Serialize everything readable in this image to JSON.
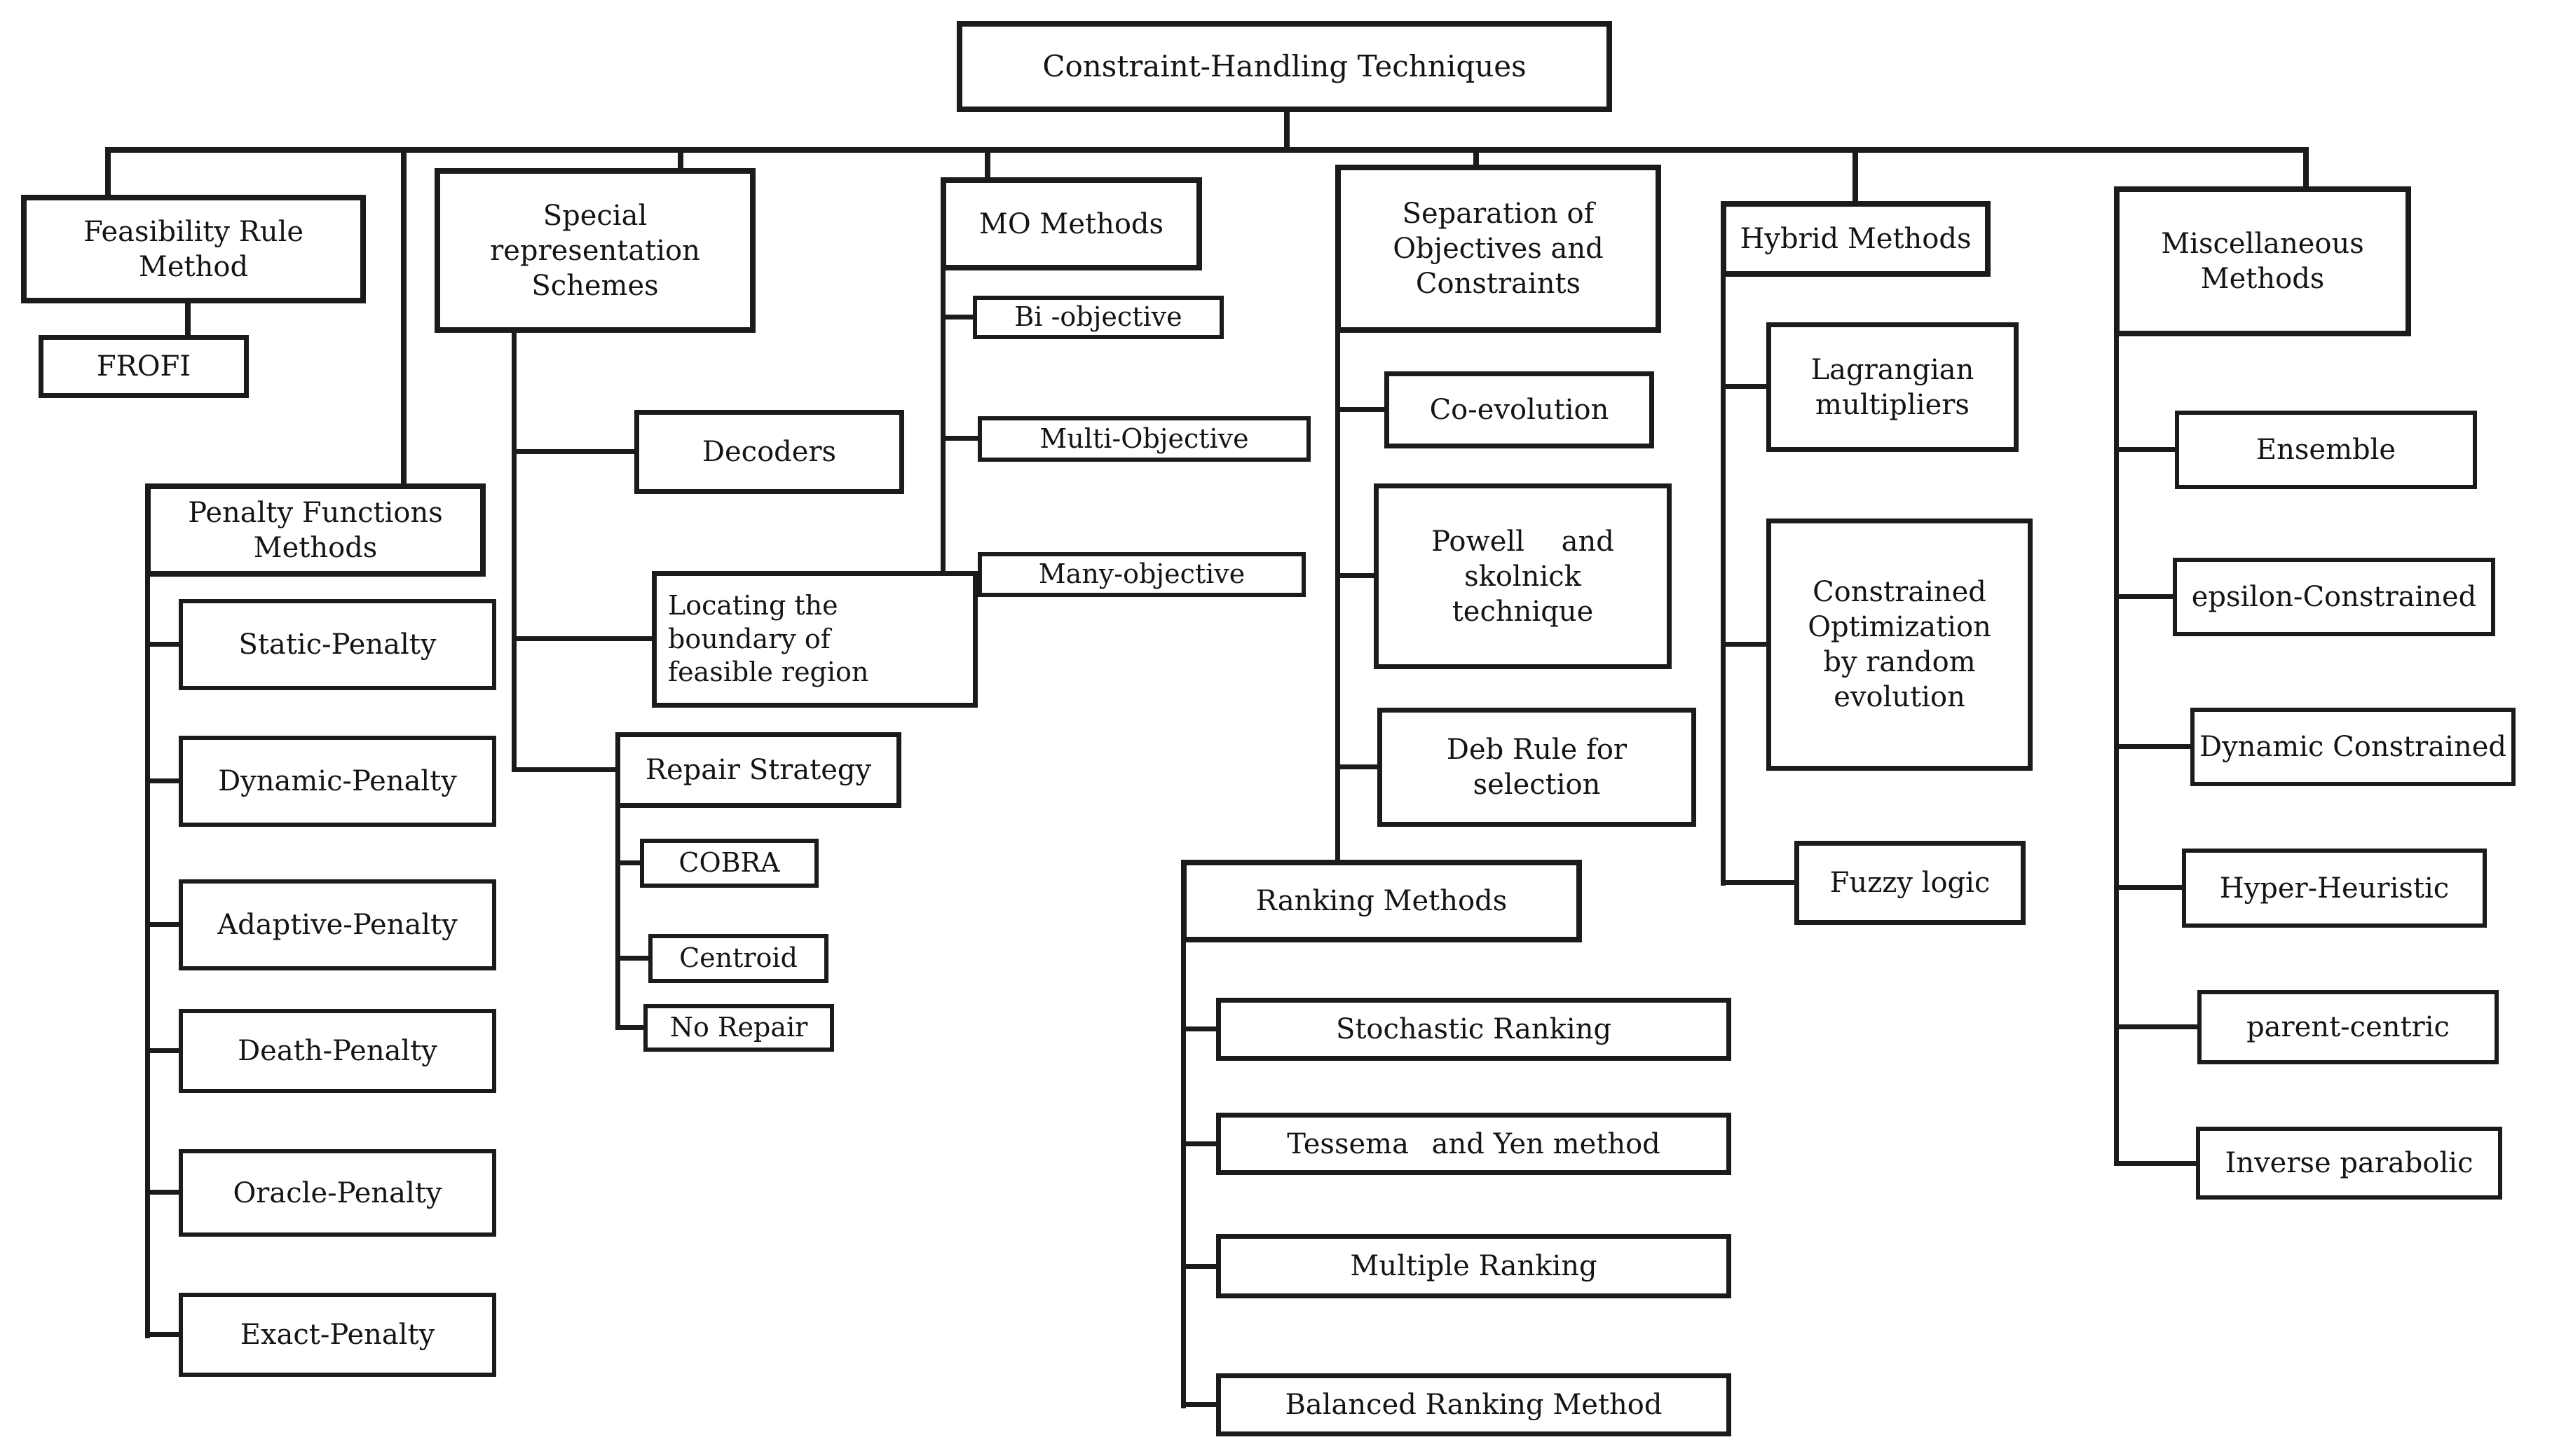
{
  "diagram": {
    "title": "Constraint-Handling Techniques taxonomy flowchart",
    "colors": {
      "line": "#1b1b1b",
      "text": "#141414",
      "background": "#ffffff"
    },
    "hierarchy": {
      "root": [
        "feasibility",
        "penalty",
        "special",
        "mo",
        "separation",
        "hybrid",
        "misc"
      ],
      "feasibility": [
        "frofi"
      ],
      "penalty": [
        "static",
        "dynamic",
        "adaptive",
        "death",
        "oracle",
        "exact"
      ],
      "special": [
        "decoders",
        "locating",
        "repair"
      ],
      "repair": [
        "cobra",
        "centroid",
        "norepair"
      ],
      "mo": [
        "bi",
        "multi",
        "many"
      ],
      "separation": [
        "coevolution",
        "powell",
        "deb",
        "ranking"
      ],
      "ranking": [
        "stochastic",
        "tessema",
        "multiple",
        "balanced"
      ],
      "hybrid": [
        "lagrangian",
        "core",
        "fuzzy"
      ],
      "misc": [
        "ensemble",
        "epsilon",
        "dynconstrained",
        "hyper",
        "parent",
        "inverse"
      ]
    }
  },
  "nodes": {
    "root": "Constraint-Handling Techniques",
    "feasibility": "Feasibility Rule\nMethod",
    "frofi": "FROFI",
    "penalty": "Penalty Functions\nMethods",
    "static": "Static-Penalty",
    "dynamic": "Dynamic-Penalty",
    "adaptive": "Adaptive-Penalty",
    "death": "Death-Penalty",
    "oracle": "Oracle-Penalty",
    "exact": "Exact-Penalty",
    "special": "Special representation\nSchemes",
    "decoders": "Decoders",
    "locating": "Locating the\nboundary of\nfeasible region",
    "repair": "Repair Strategy",
    "cobra": "COBRA",
    "centroid": "Centroid",
    "norepair": "No Repair",
    "mo": "MO Methods",
    "bi": "Bi -objective",
    "multi": "Multi-Objective",
    "many": "Many-objective",
    "separation": "Separation of\nObjectives and\nConstraints",
    "coevolution": "Co-evolution",
    "powell": "Powell  and\nskolnick\ntechnique",
    "deb": "Deb Rule for\nselection",
    "ranking": "Ranking Methods",
    "stochastic": "Stochastic Ranking",
    "tessema": "Tessema  and Yen method",
    "multiple": "Multiple Ranking",
    "balanced": "Balanced Ranking Method",
    "hybrid": "Hybrid Methods",
    "lagrangian": "Lagrangian\nmultipliers",
    "core": "Constrained\nOptimization\nby random\nevolution",
    "fuzzy": "Fuzzy logic",
    "misc": "Miscellaneous\nMethods",
    "ensemble": "Ensemble",
    "epsilon": "epsilon-Constrained",
    "dynconstrained": "Dynamic Constrained",
    "hyper": "Hyper-Heuristic",
    "parent": "parent-centric",
    "inverse": "Inverse parabolic"
  }
}
